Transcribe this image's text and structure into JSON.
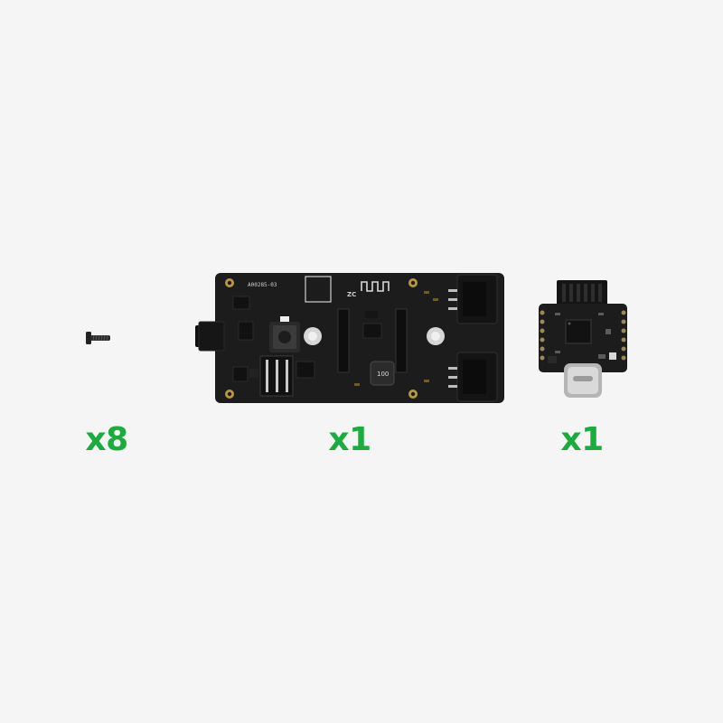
{
  "items": [
    {
      "name": "screw",
      "quantity": "x8"
    },
    {
      "name": "baseboard",
      "quantity": "x1",
      "silkscreen": "A00285-03",
      "inductor_mark": "100"
    },
    {
      "name": "controller-module",
      "quantity": "x1"
    }
  ],
  "colors": {
    "background": "#f5f5f5",
    "quantity_text": "#1aac3d",
    "pcb": "#1c1c1c"
  }
}
